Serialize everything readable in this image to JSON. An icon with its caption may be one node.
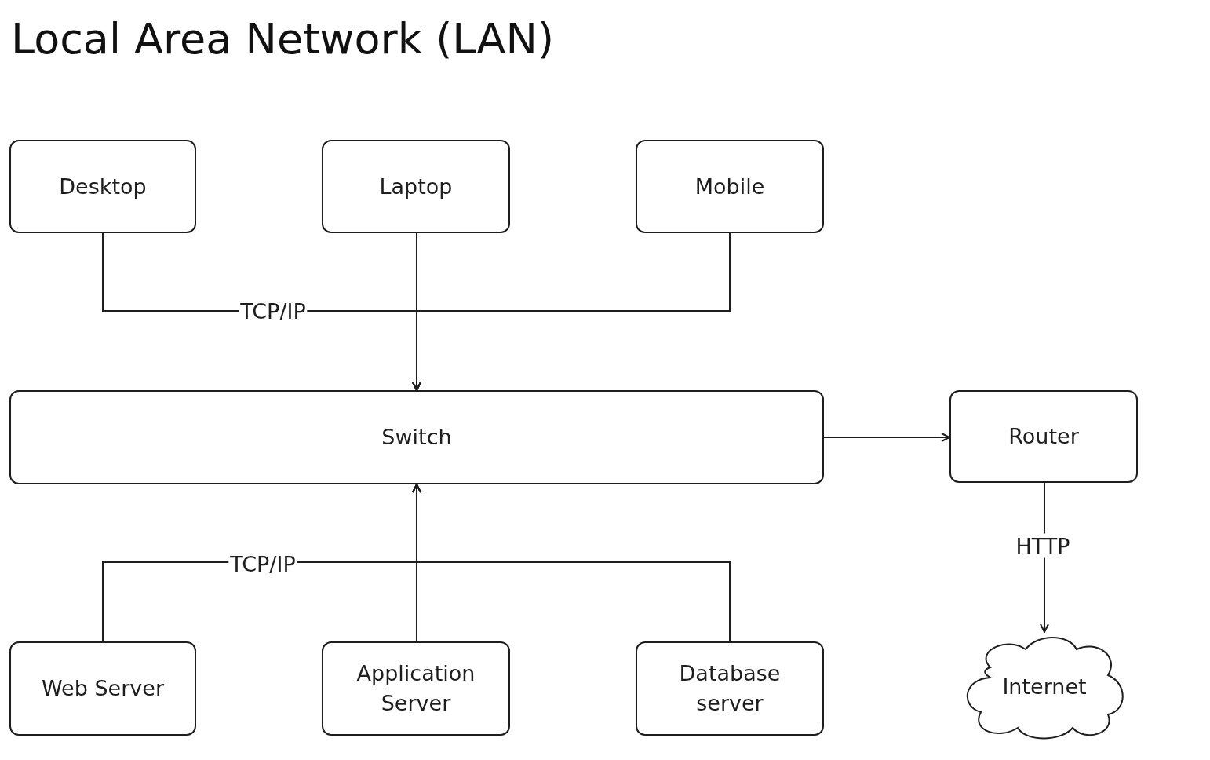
{
  "diagram": {
    "title": "Local Area Network (LAN)",
    "nodes": [
      {
        "text": [
          "Desktop"
        ]
      },
      {
        "text": [
          "Laptop"
        ]
      },
      {
        "text": [
          "Mobile"
        ]
      },
      {
        "text": [
          "Switch"
        ]
      },
      {
        "text": [
          "Router"
        ]
      },
      {
        "text": [
          "Web Server"
        ]
      },
      {
        "text": [
          "Application Server"
        ]
      },
      {
        "text": [
          "Database server"
        ]
      },
      {
        "text": [
          "Internet"
        ]
      }
    ],
    "edges": [
      {
        "from": 0,
        "to": 3,
        "arrow": "to",
        "label": "TCP/IP"
      },
      {
        "from": 1,
        "to": 3,
        "arrow": "to"
      },
      {
        "from": 2,
        "to": 3,
        "arrow": "to"
      },
      {
        "from": 3,
        "to": 4,
        "arrow": "to"
      },
      {
        "from": 5,
        "to": 3,
        "arrow": "to",
        "label": "TCP/IP"
      },
      {
        "from": 6,
        "to": 3,
        "arrow": "to"
      },
      {
        "from": 7,
        "to": 3,
        "arrow": "to"
      },
      {
        "from": 4,
        "to": 8,
        "arrow": "to",
        "label": "HTTP"
      }
    ]
  }
}
